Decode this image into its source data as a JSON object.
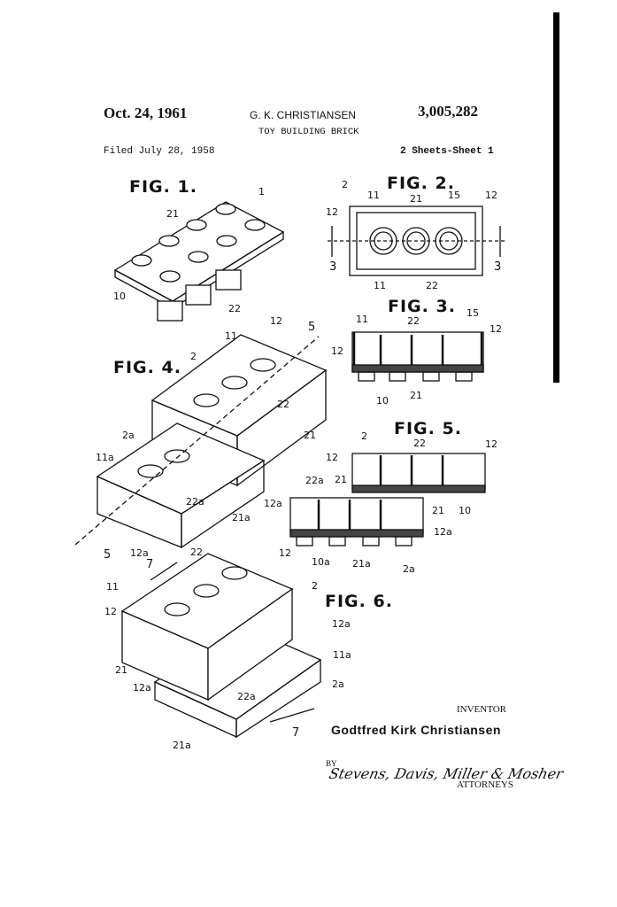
{
  "header": {
    "date": "Oct. 24, 1961",
    "inventor_short": "G. K. CHRISTIANSEN",
    "patent_number": "3,005,282",
    "title": "TOY BUILDING BRICK",
    "filed": "Filed July 28, 1958",
    "sheets": "2 Sheets-Sheet 1"
  },
  "figures": {
    "fig1": {
      "label": "FIG. 1.",
      "refs": [
        "1",
        "21",
        "10",
        "22"
      ]
    },
    "fig2": {
      "label": "FIG. 2.",
      "refs": [
        "2",
        "11",
        "21",
        "15",
        "12",
        "12",
        "3",
        "3",
        "11",
        "22"
      ]
    },
    "fig3": {
      "label": "FIG. 3.",
      "refs": [
        "11",
        "22",
        "15",
        "12",
        "12",
        "10",
        "21"
      ]
    },
    "fig4": {
      "label": "FIG. 4.",
      "refs": [
        "12",
        "5",
        "11",
        "2",
        "22",
        "21",
        "2a",
        "11a",
        "22a",
        "21a",
        "12a",
        "5"
      ]
    },
    "fig5": {
      "label": "FIG. 5.",
      "refs": [
        "2",
        "22",
        "12",
        "12",
        "21",
        "22a",
        "12a",
        "21",
        "10",
        "12a",
        "10a",
        "21a",
        "2a"
      ]
    },
    "fig6": {
      "label": "FIG. 6.",
      "refs": [
        "7",
        "22",
        "12",
        "11",
        "2",
        "12",
        "12a",
        "11a",
        "21",
        "12a",
        "22a",
        "2a",
        "21a",
        "7"
      ]
    }
  },
  "footer": {
    "inventor_label": "INVENTOR",
    "inventor_name": "Godtfred Kirk Christiansen",
    "by": "BY",
    "attorneys_signature": "Stevens, Davis, Miller & Mosher",
    "attorneys_label": "ATTORNEYS"
  }
}
